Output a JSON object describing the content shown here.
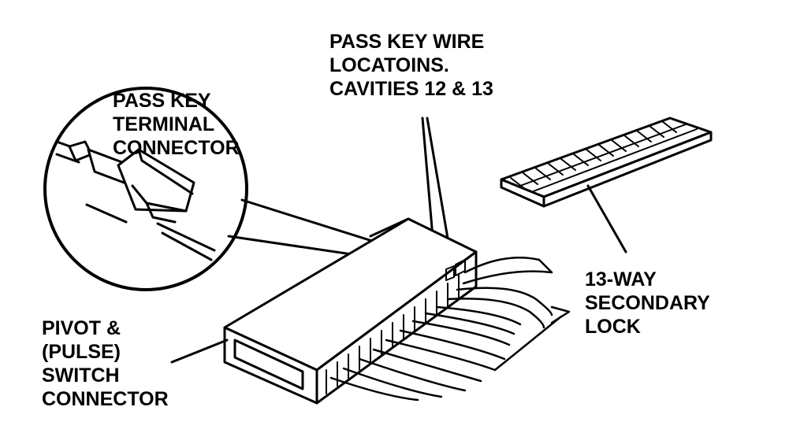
{
  "labels": {
    "pass_key_wire": [
      "PASS KEY WIRE",
      "LOCATOINS.",
      "CAVITIES 12 & 13"
    ],
    "pass_key_terminal": [
      "PASS KEY",
      "TERMINAL",
      "CONNECTOR"
    ],
    "secondary_lock": [
      "13-WAY",
      "SECONDARY",
      "LOCK"
    ],
    "pivot_switch": [
      "PIVOT &",
      "(PULSE)",
      "SWITCH",
      "CONNECTOR"
    ]
  },
  "colors": {
    "ink": "#000000",
    "paper": "#ffffff"
  }
}
